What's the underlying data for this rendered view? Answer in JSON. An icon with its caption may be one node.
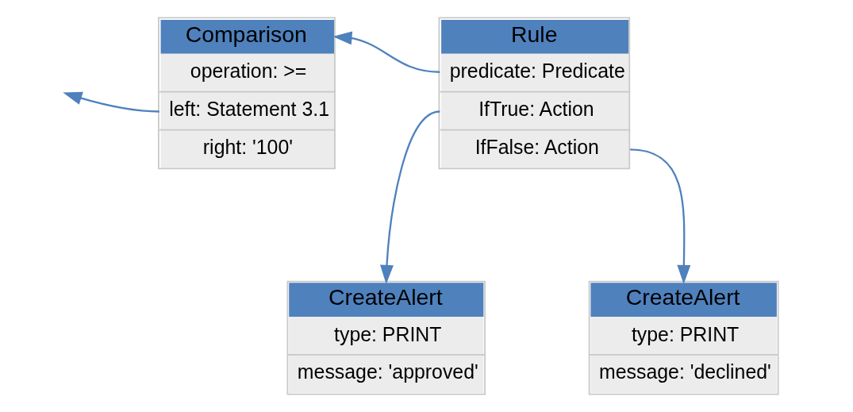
{
  "diagram": {
    "nodes": [
      {
        "text": [
          "Rule",
          "predicate: Predicate",
          "IfTrue: Action",
          "IfFalse: Action"
        ]
      },
      {
        "text": [
          "Comparison",
          "operation: >=",
          "left: Statement 3.1",
          "right: '100'"
        ]
      },
      {
        "text": [
          "CreateAlert",
          "type: PRINT",
          "message: 'approved'"
        ]
      },
      {
        "text": [
          "CreateAlert",
          "type: PRINT",
          "message: 'declined'"
        ]
      }
    ],
    "edges": [
      {
        "from": 0,
        "to": 1,
        "arrow": "to"
      },
      {
        "from": 1,
        "to": null,
        "arrow": "to"
      },
      {
        "from": 0,
        "to": 2,
        "arrow": "to"
      },
      {
        "from": 0,
        "to": 3,
        "arrow": "to"
      }
    ]
  }
}
